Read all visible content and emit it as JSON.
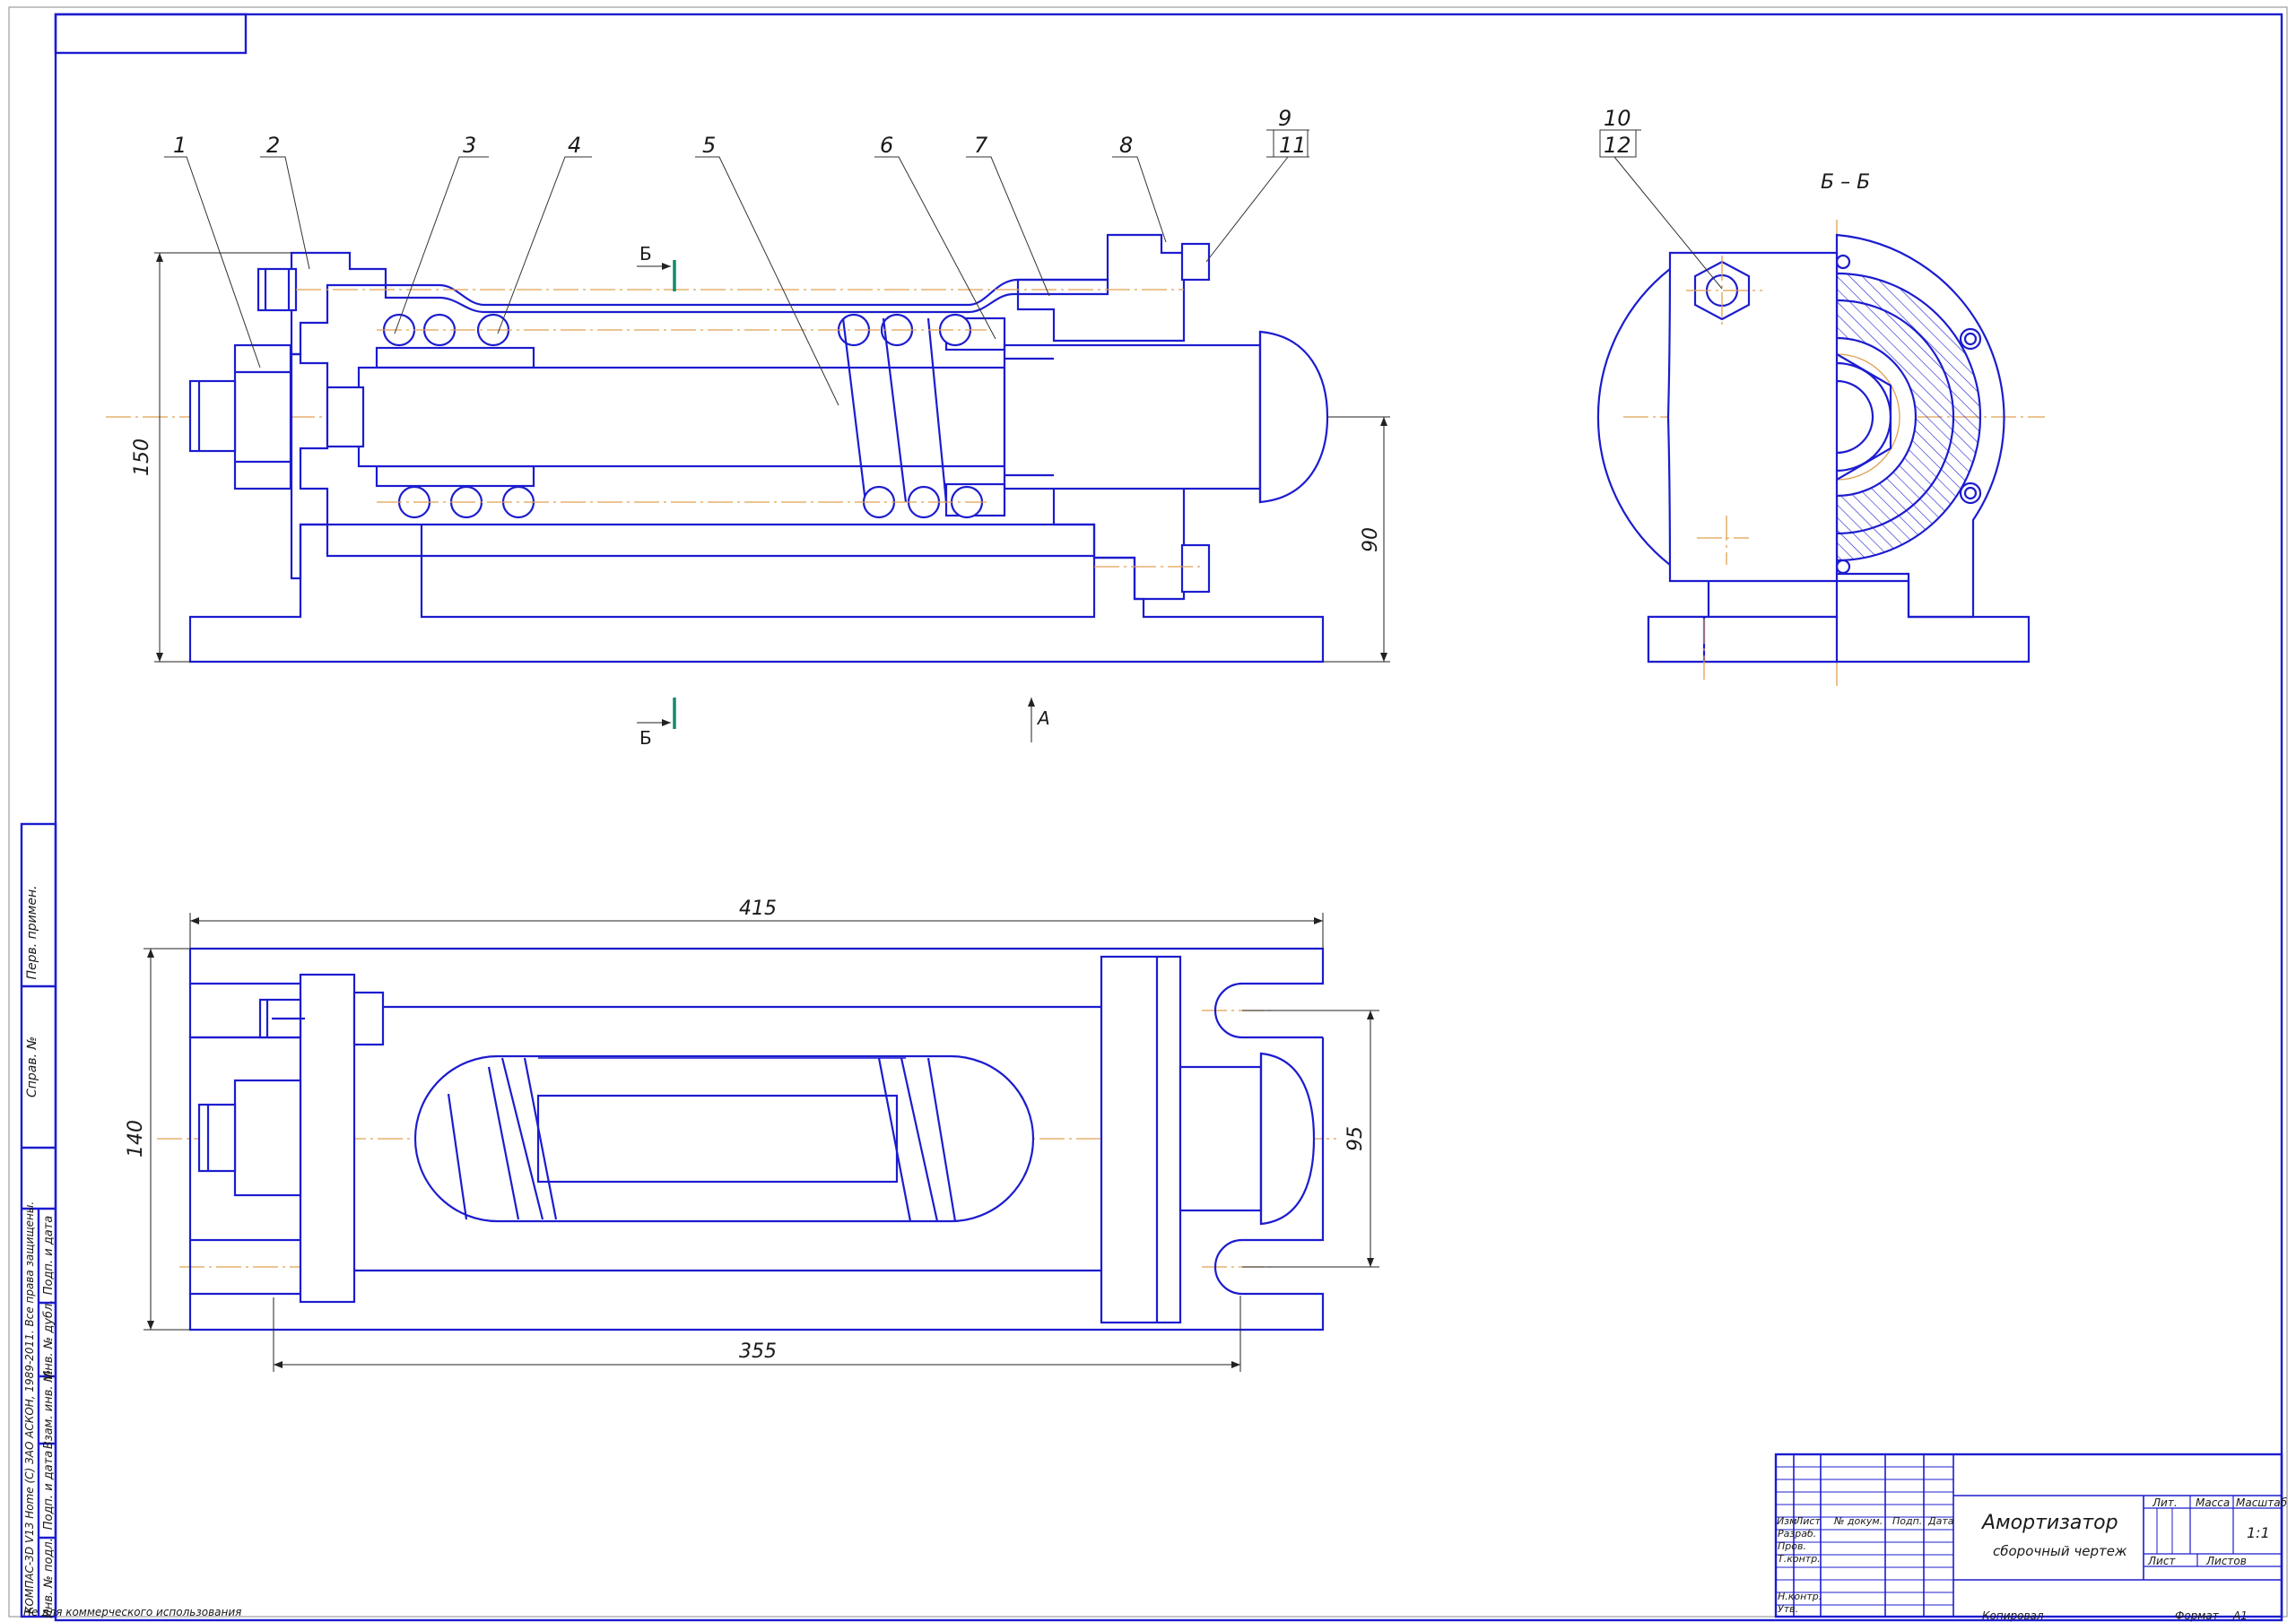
{
  "drawing": {
    "title": "Амортизатор",
    "subtitle": "сборочный чертеж",
    "section_label": "Б – Б",
    "section_mark": "Б",
    "view_mark": "А",
    "parts": [
      "1",
      "2",
      "3",
      "4",
      "5",
      "6",
      "7",
      "8",
      "9",
      "10",
      "11",
      "12"
    ],
    "dimensions": {
      "height_front": "150",
      "shaft_height": "90",
      "length_total": "415",
      "length_bolts": "355",
      "width_plan": "140",
      "slot_spacing": "95"
    }
  },
  "title_block": {
    "headers": [
      "Изм",
      "Лист",
      "№ докум.",
      "Подп.",
      "Дата"
    ],
    "roles": [
      "Разраб.",
      "Пров.",
      "Т.контр.",
      "Н.контр.",
      "Утв."
    ],
    "lit": "Лит.",
    "mass": "Масса",
    "scale": "Масштаб",
    "scale_value": "1:1",
    "sheet": "Лист",
    "sheets": "Листов",
    "copied": "Копировал",
    "format": "Формат",
    "format_value": "А1"
  },
  "side_strip": {
    "perv_primen": "Перв. примен.",
    "sprav": "Справ. №",
    "podp_data": "Подп. и дата",
    "inv_dubl": "Инв. № дубл.",
    "vzam_inv": "Взам. инв. №",
    "inv_podl": "Инв. № подл.",
    "software": "КОМПАС-3D V13 Home (С) ЗАО АСКОН, 1989-2011. Все права защищены.",
    "non_commercial": "Не для коммерческого использования"
  }
}
